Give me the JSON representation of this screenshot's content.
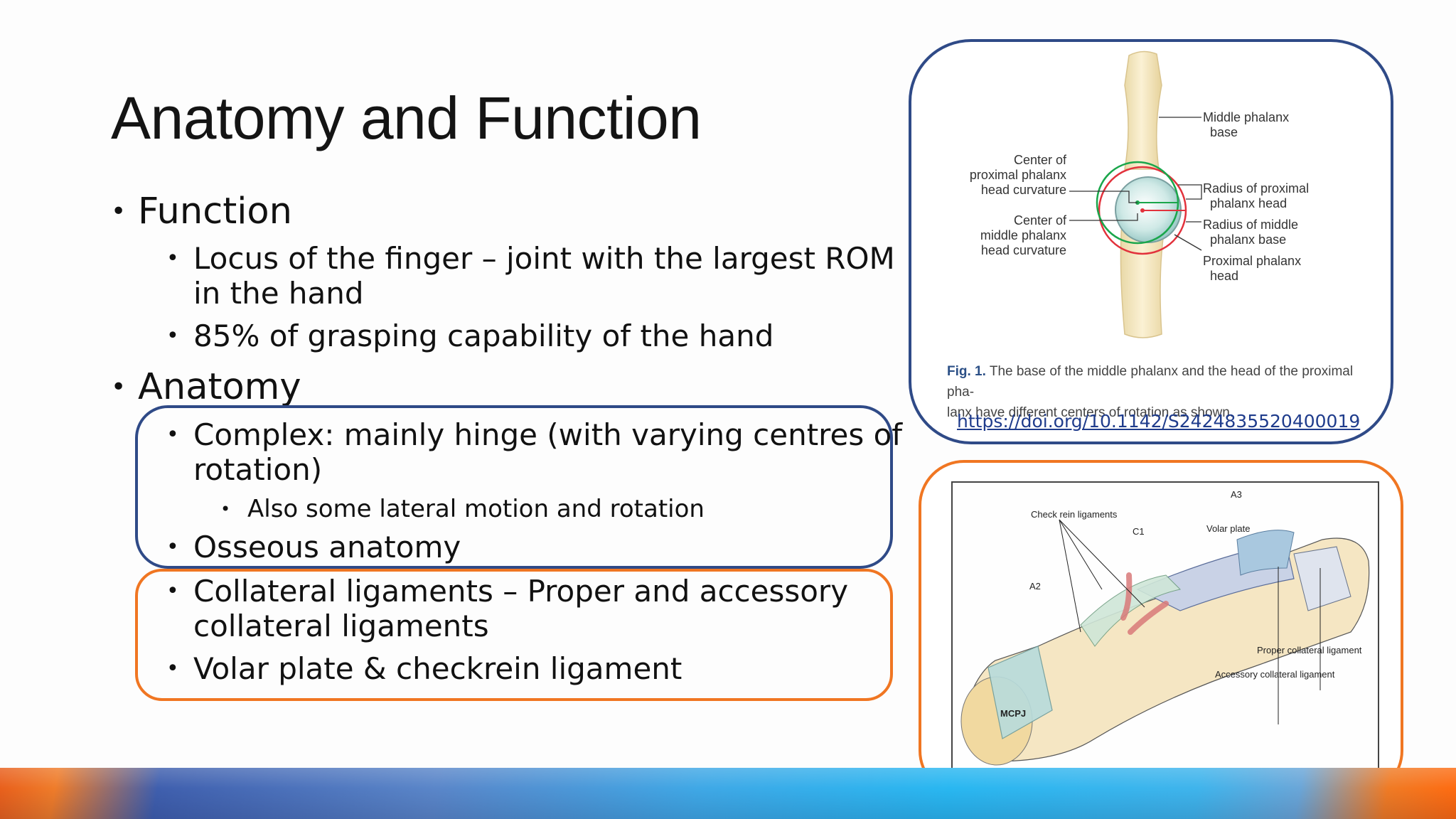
{
  "slide": {
    "title": "Anatomy and Function",
    "bullets": {
      "function_heading": "Function",
      "function_item_1": "Locus of the finger – joint with the largest ROM",
      "function_item_1_cont": "in the hand",
      "function_item_2": "85% of grasping capability of the hand",
      "anatomy_heading": "Anatomy",
      "anatomy_item_1": "Complex: mainly hinge (with varying centres of",
      "anatomy_item_1_cont": "rotation)",
      "anatomy_item_1_sub": "Also some lateral motion and rotation",
      "anatomy_item_2": "Osseous anatomy",
      "anatomy_item_3": "Collateral ligaments – Proper and accessory",
      "anatomy_item_3_cont": "collateral ligaments",
      "anatomy_item_4": "Volar plate & checkrein ligament"
    },
    "bullet_glyph": "•"
  },
  "figure1": {
    "labels": {
      "middle_phalanx_base": [
        "Middle phalanx",
        "base"
      ],
      "center_proximal": [
        "Center of",
        "proximal phalanx",
        "head curvature"
      ],
      "center_middle": [
        "Center of",
        "middle phalanx",
        "head curvature"
      ],
      "radius_proximal": [
        "Radius of proximal",
        "phalanx head"
      ],
      "radius_middle": [
        "Radius of middle",
        "phalanx base"
      ],
      "proximal_phalanx_head": [
        "Proximal phalanx",
        "head"
      ]
    },
    "caption_prefix": "Fig. 1.",
    "caption_line1": "The base of the middle phalanx and the head of the proximal pha-",
    "caption_line2": "lanx have different centers of rotation as shown.",
    "link": "https://doi.org/10.1142/S2424835520400019"
  },
  "figure2": {
    "labels": {
      "check_rein": "Check rein ligaments",
      "a3": "A3",
      "c1": "C1",
      "volar_plate": "Volar plate",
      "a2": "A2",
      "proper_collateral": "Proper collateral ligament",
      "accessory_collateral": "Accessory collateral ligament",
      "mcpj": "MCPJ"
    }
  },
  "colors": {
    "blue_ring": "#2f4a87",
    "orange_ring": "#f07622",
    "bone": "#f3e7c2",
    "red_circle": "#e2323c",
    "green_circle": "#1aa64b"
  }
}
